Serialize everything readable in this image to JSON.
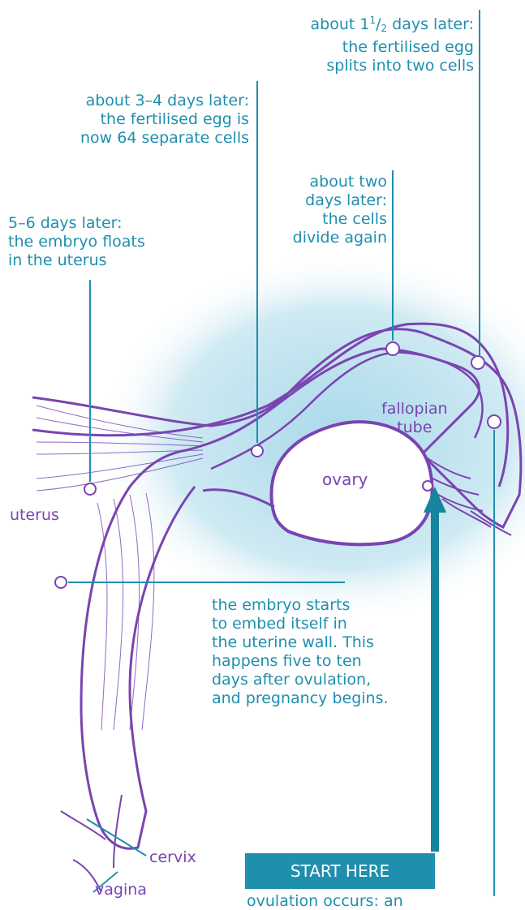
{
  "labels": {
    "split_two": {
      "prefix": "about 1",
      "frac_num": "1",
      "frac_den": "2",
      "suffix": " days later:",
      "line2": "the fertilised egg",
      "line3": "splits into two cells"
    },
    "sixty_four": [
      "about 3–4 days later:",
      "the fertilised egg is",
      "now 64 separate cells"
    ],
    "two_days": [
      "about two",
      "days later:",
      "the cells",
      "divide again"
    ],
    "floats": [
      "5–6 days later:",
      "the embryo floats",
      "in the uterus"
    ],
    "fallopian_tube": [
      "fallopian",
      "tube"
    ],
    "ovary": "ovary",
    "uterus": "uterus",
    "embed": [
      "the embryo starts",
      "to embed itself in",
      "the uterine wall. This",
      "happens five to ten",
      "days after ovulation,",
      "and pregnancy begins."
    ],
    "cervix": "cervix",
    "vagina": "vagina",
    "start_here": "START HERE",
    "ovulation": "ovulation occurs: an"
  },
  "colors": {
    "teal": "#1f8fae",
    "purple": "#7a44b0",
    "glow": "#bfe3ef",
    "arrow": "#15849e"
  }
}
